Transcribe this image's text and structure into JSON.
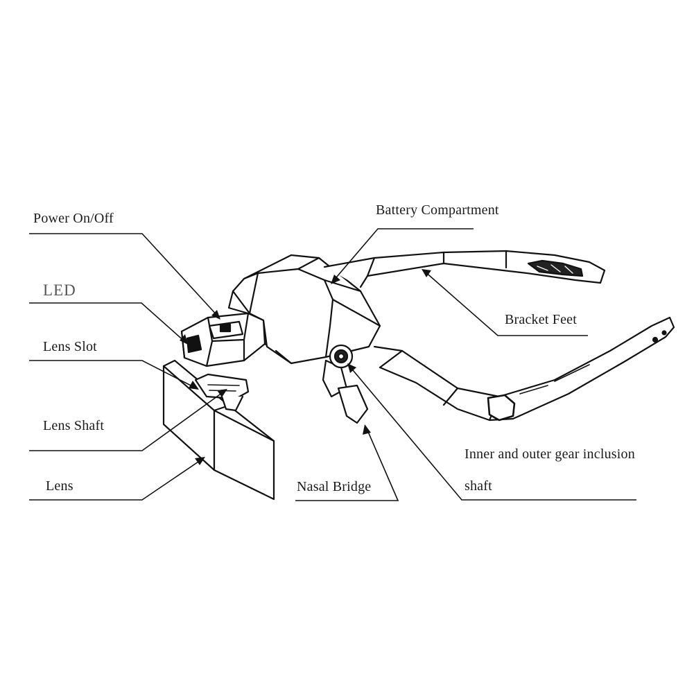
{
  "diagram": {
    "labels": {
      "power": "Power On/Off",
      "led": "LED",
      "lens_slot": "Lens Slot",
      "lens_shaft": "Lens Shaft",
      "lens": "Lens",
      "battery": "Battery Compartment",
      "bracket": "Bracket Feet",
      "nasal": "Nasal Bridge",
      "gear_line1": "Inner and outer gear inclusion",
      "gear_line2": "shaft"
    }
  }
}
